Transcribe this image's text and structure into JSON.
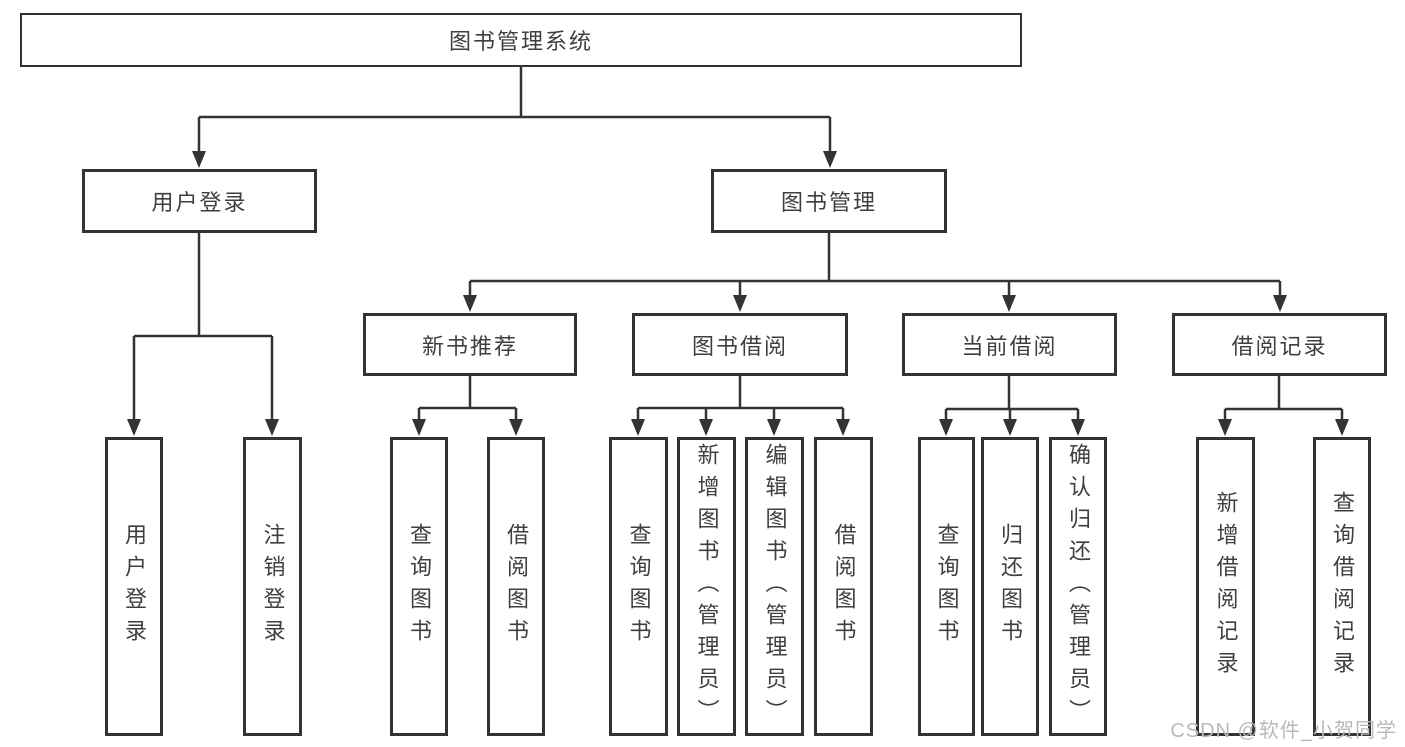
{
  "tree": {
    "label": "图书管理系统",
    "children": [
      {
        "label": "用户登录",
        "children": [
          {
            "label": "用户登录"
          },
          {
            "label": "注销登录"
          }
        ]
      },
      {
        "label": "图书管理",
        "children": [
          {
            "label": "新书推荐",
            "children": [
              {
                "label": "查询图书"
              },
              {
                "label": "借阅图书"
              }
            ]
          },
          {
            "label": "图书借阅",
            "children": [
              {
                "label": "查询图书"
              },
              {
                "label": "新增图书（管理员）"
              },
              {
                "label": "编辑图书（管理员）"
              },
              {
                "label": "借阅图书"
              }
            ]
          },
          {
            "label": "当前借阅",
            "children": [
              {
                "label": "查询图书"
              },
              {
                "label": "归还图书"
              },
              {
                "label": "确认归还（管理员）"
              }
            ]
          },
          {
            "label": "借阅记录",
            "children": [
              {
                "label": "新增借阅记录"
              },
              {
                "label": "查询借阅记录"
              }
            ]
          }
        ]
      }
    ]
  },
  "watermark": {
    "text": "CSDN @软件_小贺同学"
  },
  "colors": {
    "line": "#333333",
    "box_border": "#333333",
    "text": "#3f3f3f",
    "watermark": "#b9b9b9",
    "background": "#ffffff"
  }
}
